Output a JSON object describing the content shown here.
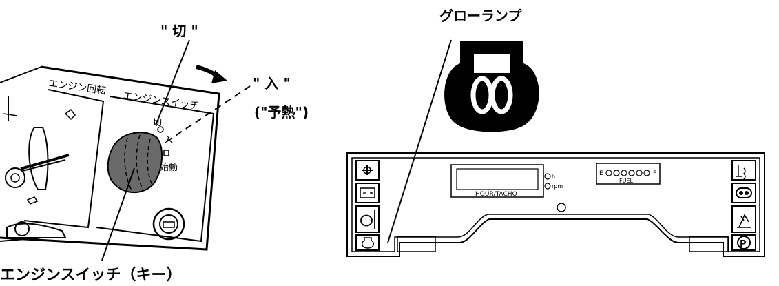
{
  "callouts": {
    "off": "\" 切 \"",
    "on": "\" 入 \"",
    "preheat": "(\"予熱\")",
    "engine_switch_key": "エンジンスイッチ（キー）",
    "glow_lamp": "グローランプ"
  },
  "switch_panel": {
    "left_title": "エンジン回転",
    "right_title": "エンジンスイッチ",
    "pos_off": "切",
    "pos_on": "入",
    "pos_start": "始動"
  },
  "instrument_panel": {
    "hour_tacho_label": "HOUR/TACHO",
    "h_label": "h",
    "rpm_label": "rpm",
    "fuel_label": "FUEL",
    "fuel_e": "E",
    "fuel_f": "F",
    "fuel_segments": 6,
    "left_icons": [
      "oil-pressure-icon",
      "battery-charge-icon",
      "coolant-temp-icon",
      "glow-plug-icon"
    ],
    "right_icons": [
      "water-temp-icon",
      "air-filter-icon",
      "hydraulic-oil-icon",
      "parking-brake-icon"
    ]
  },
  "colors": {
    "ink": "#000000",
    "paper": "#ffffff",
    "knob": "#6a6a6a"
  }
}
